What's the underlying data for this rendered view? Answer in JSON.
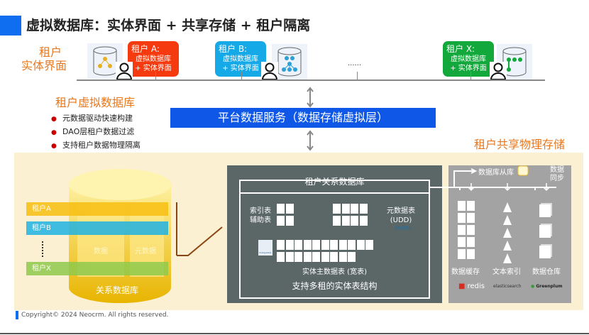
{
  "title": "虚拟数据库：实体界面 + 共享存储 + 租户隔离",
  "tenant_ui_label": [
    "租户",
    "实体界面"
  ],
  "tenants": [
    {
      "name": "租户 A:",
      "line1": "虚拟数据库",
      "line2": "+ 实体界面",
      "color": "#f53a0f"
    },
    {
      "name": "租户 B:",
      "line1": "虚拟数据库",
      "line2": "+ 实体界面",
      "color": "#16a9e8"
    },
    {
      "name": "租户 X:",
      "line1": "虚拟数据库",
      "line2": "+ 实体界面",
      "color": "#13a83c"
    }
  ],
  "ellipsis": "......",
  "virtual_db": {
    "title": "租户虚拟数据库",
    "bullets": [
      "元数据驱动快速构建",
      "DAO层租户数据过滤",
      "支持租户数据物理隔离"
    ]
  },
  "platform": "平台数据服务（数据存储虚拟层）",
  "shared_storage_label": "租户共享物理存储",
  "cylinder": {
    "label": "关系数据库",
    "col1": "数据",
    "col2": "元数据",
    "rows": [
      {
        "label": "租户A",
        "color": "#f7be10"
      },
      {
        "label": "租户B",
        "color": "#1fb3e3"
      },
      {
        "label": "租户X",
        "color": "#8fca4e"
      }
    ]
  },
  "relational": {
    "header": "租户关系数据库",
    "index_label": [
      "索引表",
      "辅助表"
    ],
    "meta_label": [
      "元数据表",
      "(UDD)"
    ],
    "mysql": "MySQL",
    "postgres": "PostgreSQL",
    "main_table": "实体主数据表 (宽表)",
    "footer": "支持多租的实体表结构"
  },
  "physical": {
    "replica": "数据库从库",
    "sync": [
      "数据",
      "同步"
    ],
    "cache": "数据缓存",
    "text_index": "文本索引",
    "warehouse": "数据仓库",
    "logos": [
      "redis",
      "elasticsearch",
      "Greenplum"
    ]
  },
  "copyright": "Copyright© 2024 Neocrm. All rights reserved."
}
